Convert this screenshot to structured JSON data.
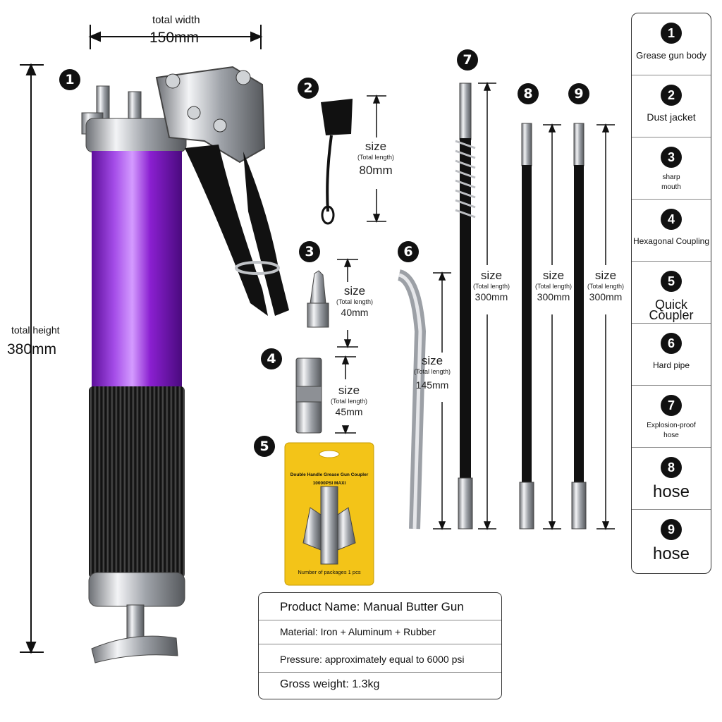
{
  "dimensions": {
    "total_width_label": "total width",
    "total_width_value": "150mm",
    "total_height_label": "total height",
    "total_height_value": "380mm"
  },
  "parts": [
    {
      "num": "1"
    },
    {
      "num": "2",
      "size_label": "size",
      "size_sub": "(Total length)",
      "size_value": "80mm"
    },
    {
      "num": "3",
      "size_label": "size",
      "size_sub": "(Total length)",
      "size_value": "40mm"
    },
    {
      "num": "4",
      "size_label": "size",
      "size_sub": "(Total length)",
      "size_value": "45mm"
    },
    {
      "num": "5",
      "package_title": "Double Handle Grease Gun Coupler",
      "package_sub": "10000PSI MAXI",
      "package_count": "Number of packages 1 pcs"
    },
    {
      "num": "6",
      "size_label": "size",
      "size_sub": "(Total length)",
      "size_value": "145mm"
    },
    {
      "num": "7",
      "size_label": "size",
      "size_sub": "(Total length)",
      "size_value": "300mm"
    },
    {
      "num": "8",
      "size_label": "size",
      "size_sub": "(Total length)",
      "size_value": "300mm"
    },
    {
      "num": "9",
      "size_label": "size",
      "size_sub": "(Total length)",
      "size_value": "300mm"
    }
  ],
  "legend": [
    {
      "num": "1",
      "label": "Grease gun body"
    },
    {
      "num": "2",
      "label": "Dust jacket"
    },
    {
      "num": "3",
      "label": "sharp mouth"
    },
    {
      "num": "4",
      "label": "Hexagonal Coupling"
    },
    {
      "num": "5",
      "label": "Quick Coupler"
    },
    {
      "num": "6",
      "label": "Hard pipe"
    },
    {
      "num": "7",
      "label": "Explosion-proof hose"
    },
    {
      "num": "8",
      "label": "hose"
    },
    {
      "num": "9",
      "label": "hose"
    }
  ],
  "info": {
    "product_name": "Product Name: Manual Butter Gun",
    "material": "Material: Iron + Aluminum + Rubber",
    "pressure": "Pressure: approximately equal to 6000 psi",
    "weight": "Gross weight: 1.3kg"
  },
  "colors": {
    "barrel": "#8a1fd0",
    "grip": "#1a1a1a",
    "package": "#f3c418",
    "chrome": "#c8cbd0"
  }
}
